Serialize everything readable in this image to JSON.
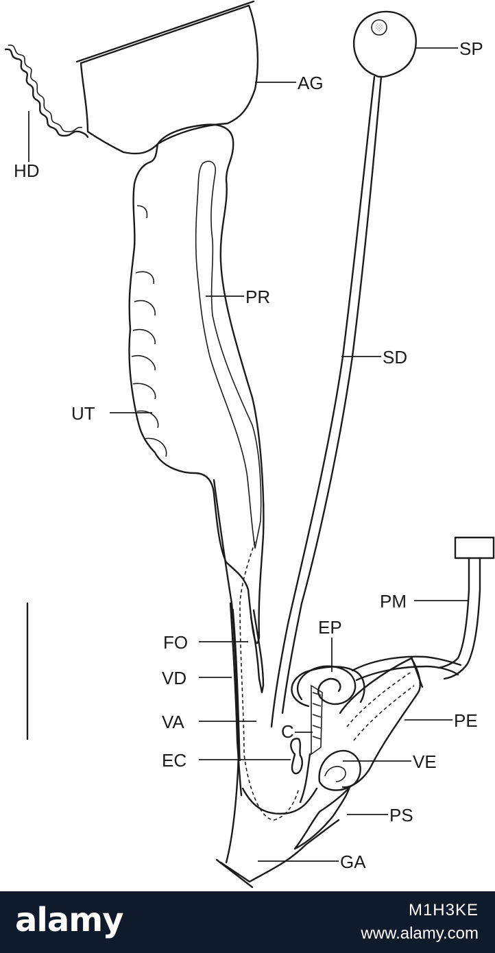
{
  "labels": {
    "hd": "HD",
    "ag": "AG",
    "sp": "SP",
    "pr": "PR",
    "sd": "SD",
    "ut": "UT",
    "pm": "PM",
    "ep": "EP",
    "fo": "FO",
    "vd": "VD",
    "va": "VA",
    "c": "C",
    "pe": "PE",
    "ec": "EC",
    "ve": "VE",
    "ps": "PS",
    "ga": "GA"
  },
  "footer": {
    "logo": "alamy",
    "image_id": "M1H3KE",
    "url": "www.alamy.com"
  },
  "colors": {
    "ink": "#1b1b1b",
    "footer_bg": "#0f1a2a",
    "footer_text": "#ffffff"
  }
}
